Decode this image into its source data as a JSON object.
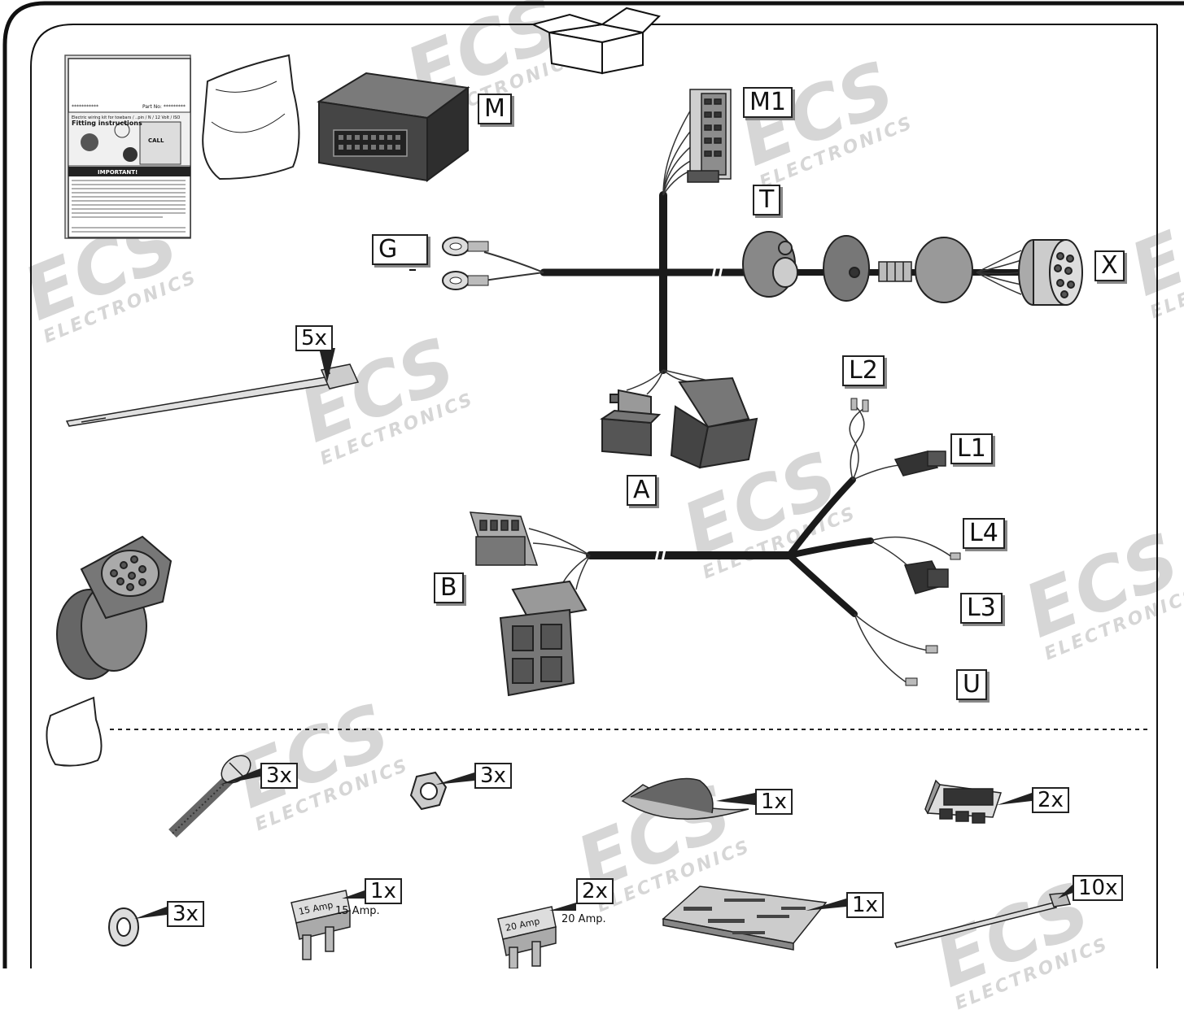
{
  "labels": {
    "M": "M",
    "M1": "M1",
    "T": "T",
    "G": "G",
    "X": "X",
    "A": "A",
    "B": "B",
    "L1": "L1",
    "L2": "L2",
    "L3": "L3",
    "L4": "L4",
    "U": "U"
  },
  "quantities": {
    "cable_tie_large": "5x",
    "screw": "3x",
    "nut": "3x",
    "tape": "1x",
    "connector": "2x",
    "washer": "3x",
    "fuse_15": "1x",
    "fuse_20": "2x",
    "pad": "1x",
    "cable_tie_small": "10x"
  },
  "fuses": {
    "f15_caption": "15 Amp.",
    "f15_body": "15 Amp",
    "f20_caption": "20 Amp.",
    "f20_body": "20 Amp"
  },
  "manual": {
    "part_no": "Part No: *********",
    "stars": "***********",
    "title_line1": "Electric wiring kit for towbars / ..pin / N / 12 Volt / ISO",
    "title_line2": "Fitting instructions",
    "important": "IMPORTANT!",
    "call": "CALL"
  },
  "watermark": {
    "brand": "ECS",
    "sub": "ELECTRONICS"
  },
  "colors": {
    "wire": "#1a1a1a",
    "part_dark": "#3c3c3c",
    "part_mid": "#8a8a8a",
    "watermark": "#d6d6d6"
  }
}
